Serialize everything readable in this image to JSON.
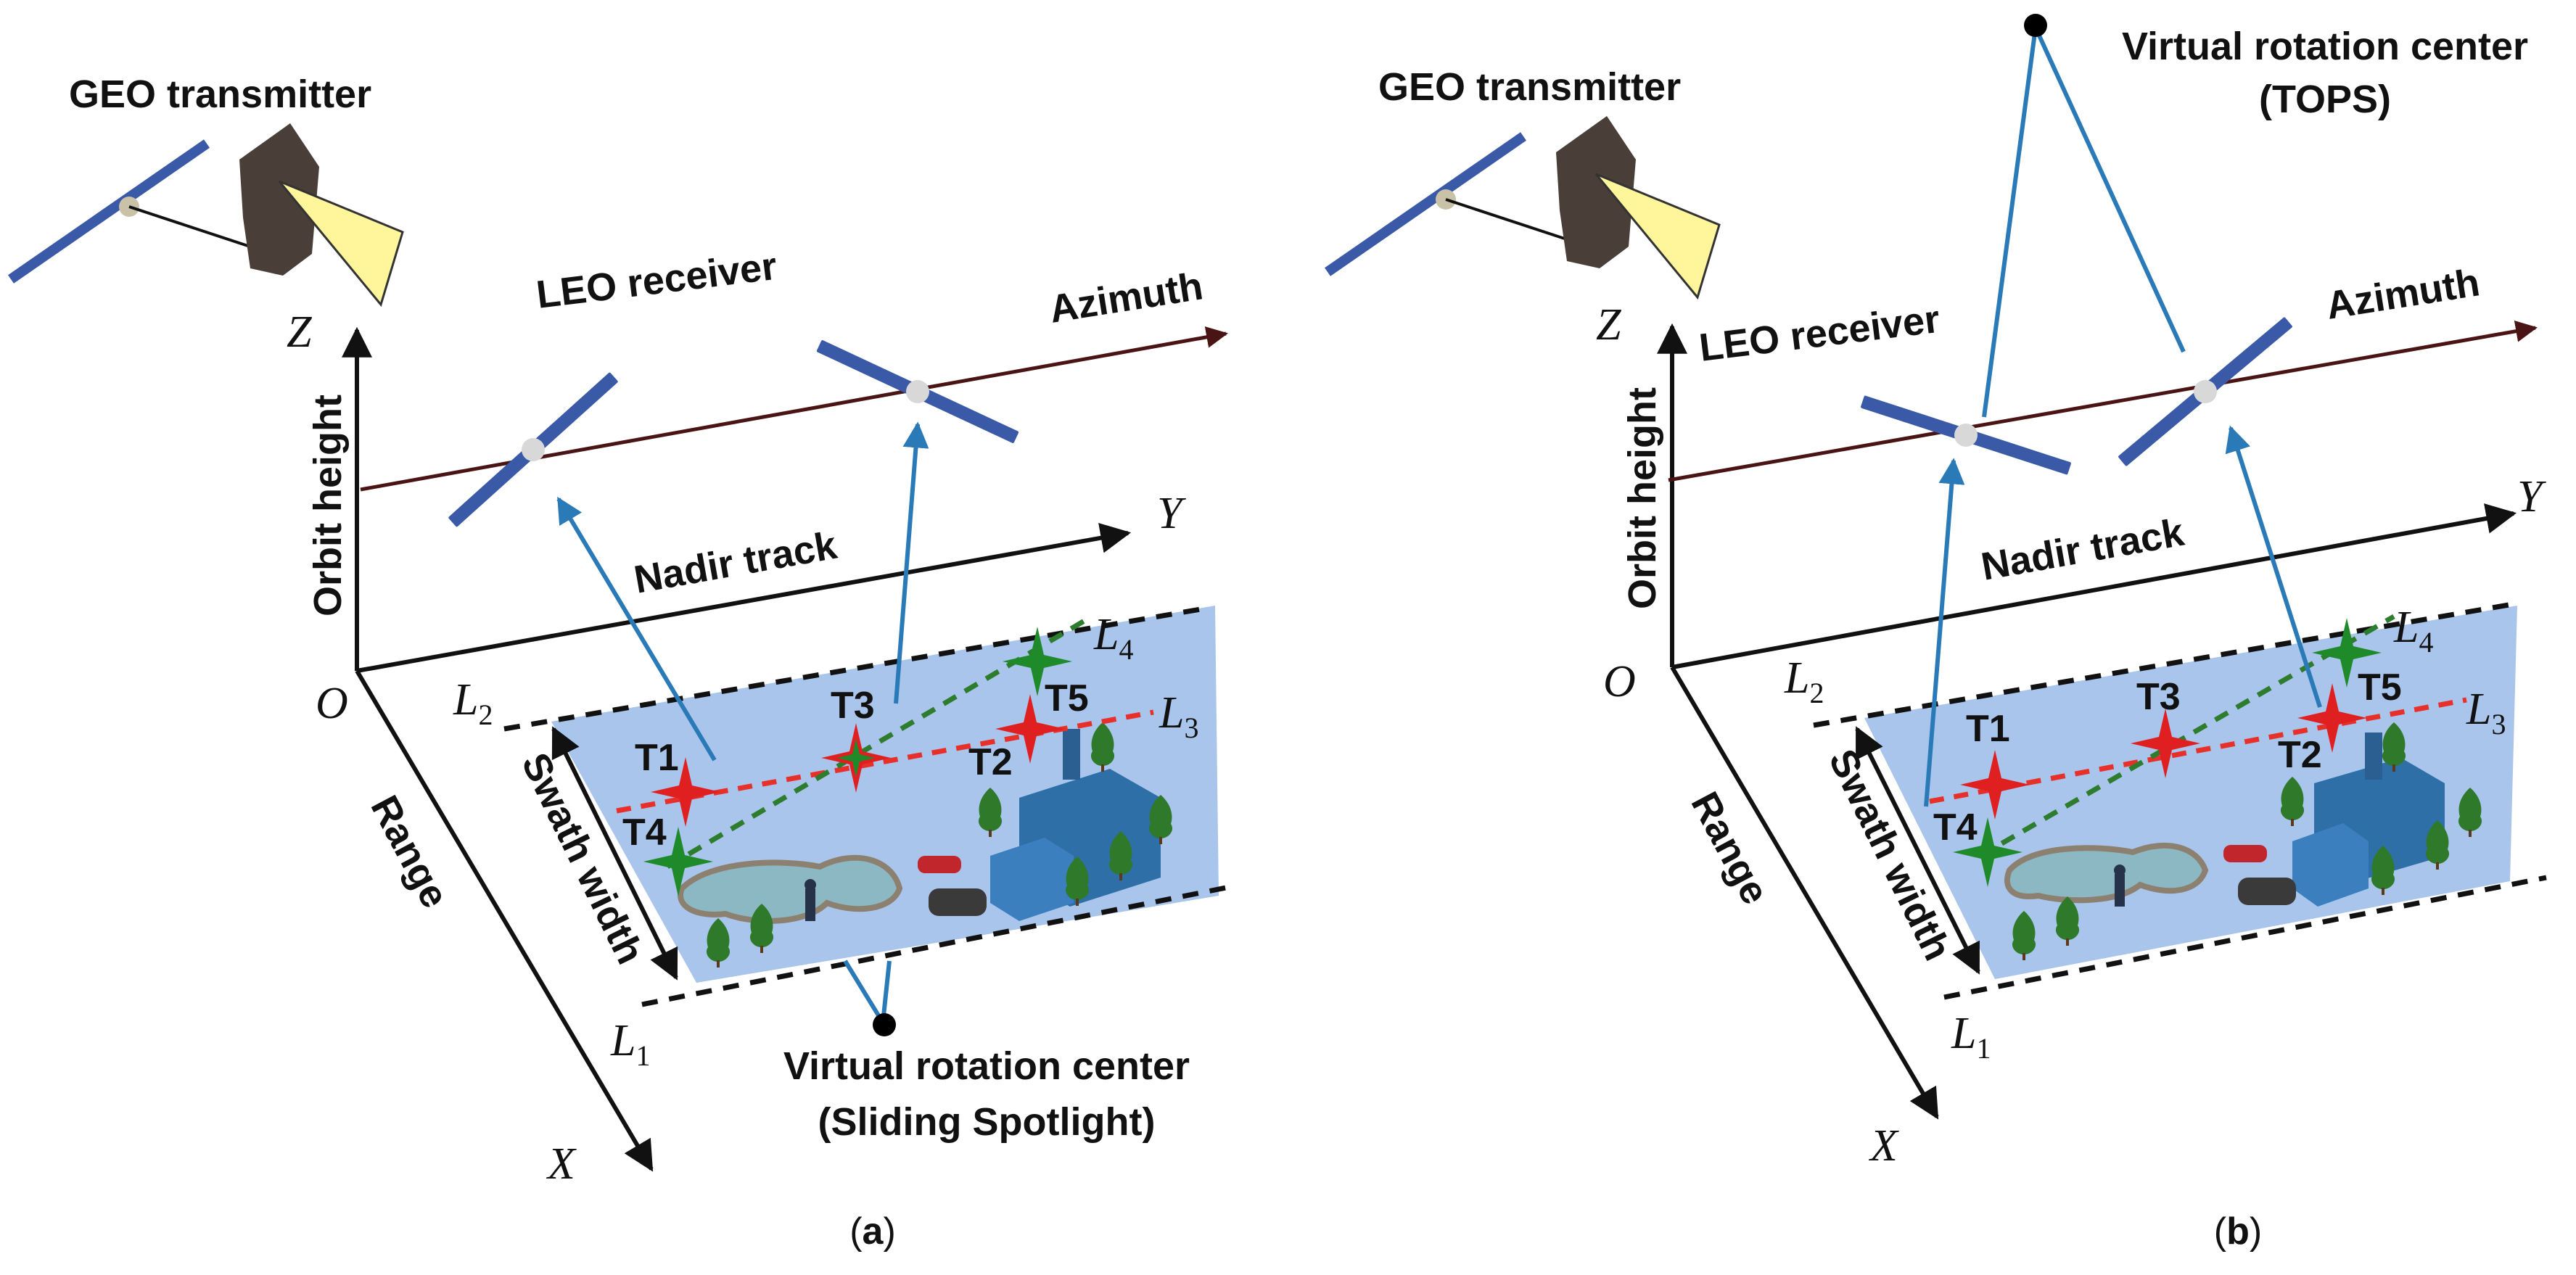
{
  "panels": [
    {
      "caption_open": "(",
      "caption_letter": "a",
      "caption_close": ")",
      "geo_label": "GEO transmitter",
      "leo_label": "LEO receiver",
      "azimuth_label": "Azimuth",
      "nadir_label": "Nadir track",
      "orbit_label": "Orbit height",
      "range_label": "Range",
      "swath_label": "Swath width",
      "axis_z": "Z",
      "axis_y": "Y",
      "axis_x": "X",
      "origin": "O",
      "l1": "L",
      "l1_sub": "1",
      "l2": "L",
      "l2_sub": "2",
      "l3": "L",
      "l3_sub": "3",
      "l4": "L",
      "l4_sub": "4",
      "targets": [
        "T1",
        "T2",
        "T3",
        "T4",
        "T5"
      ],
      "vrc_line1": "Virtual rotation center",
      "vrc_line2": "(Sliding Spotlight)"
    },
    {
      "caption_open": "(",
      "caption_letter": "b",
      "caption_close": ")",
      "geo_label": "GEO transmitter",
      "leo_label": "LEO receiver",
      "azimuth_label": "Azimuth",
      "nadir_label": "Nadir track",
      "orbit_label": "Orbit height",
      "range_label": "Range",
      "swath_label": "Swath width",
      "axis_z": "Z",
      "axis_y": "Y",
      "axis_x": "X",
      "origin": "O",
      "l1": "L",
      "l1_sub": "1",
      "l2": "L",
      "l2_sub": "2",
      "l3": "L",
      "l3_sub": "3",
      "l4": "L",
      "l4_sub": "4",
      "targets": [
        "T1",
        "T2",
        "T3",
        "T4",
        "T5"
      ],
      "vrc_line1": "Virtual rotation center",
      "vrc_line2": "(TOPS)"
    }
  ],
  "colors": {
    "scene_fill": "#a9c5ec",
    "beam_line": "#2a7ab8",
    "orbit_line": "#4a1414",
    "red_line": "#e8302a",
    "green_line": "#2e7d2e",
    "red_target": "#e02020",
    "green_target": "#1e8a2a",
    "solar_panel": "#3a5aa8",
    "geo_body": "#4a3f38",
    "geo_beam": "#fff59a"
  }
}
